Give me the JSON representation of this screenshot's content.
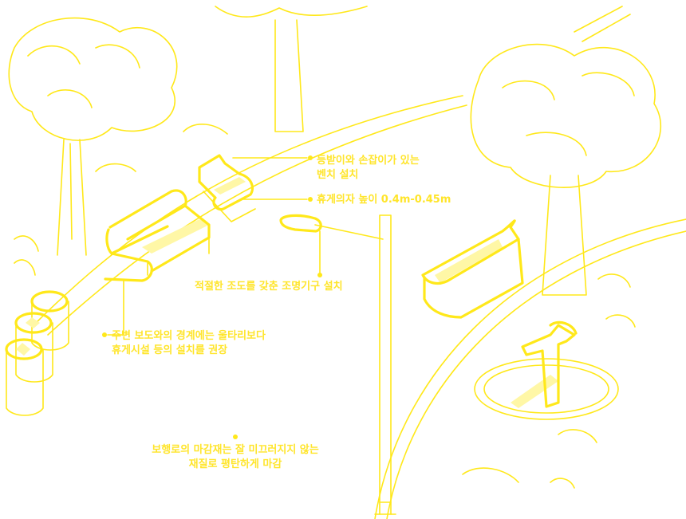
{
  "palette": {
    "line": "#ffe81a",
    "text": "#ffe52b",
    "highlight": "#fff7a6",
    "background": "#ffffff"
  },
  "annotations": {
    "bench_backrest": {
      "line1": "등받이와 손잡이가 있는",
      "line2": "벤치 설치"
    },
    "seat_height": {
      "text": "휴게의자 높이 0.4m-0.45m"
    },
    "lighting": {
      "text": "적절한 조도를 갖춘 조명기구 설치"
    },
    "boundary": {
      "line1": "주변 보도와의 경계에는 울타리보다",
      "line2": "휴게시설 등의 설치를 권장"
    },
    "paving": {
      "line1": "보행로의 마감재는 잘 미끄러지지 않는",
      "line2": "재질로 평탄하게 마감"
    }
  }
}
